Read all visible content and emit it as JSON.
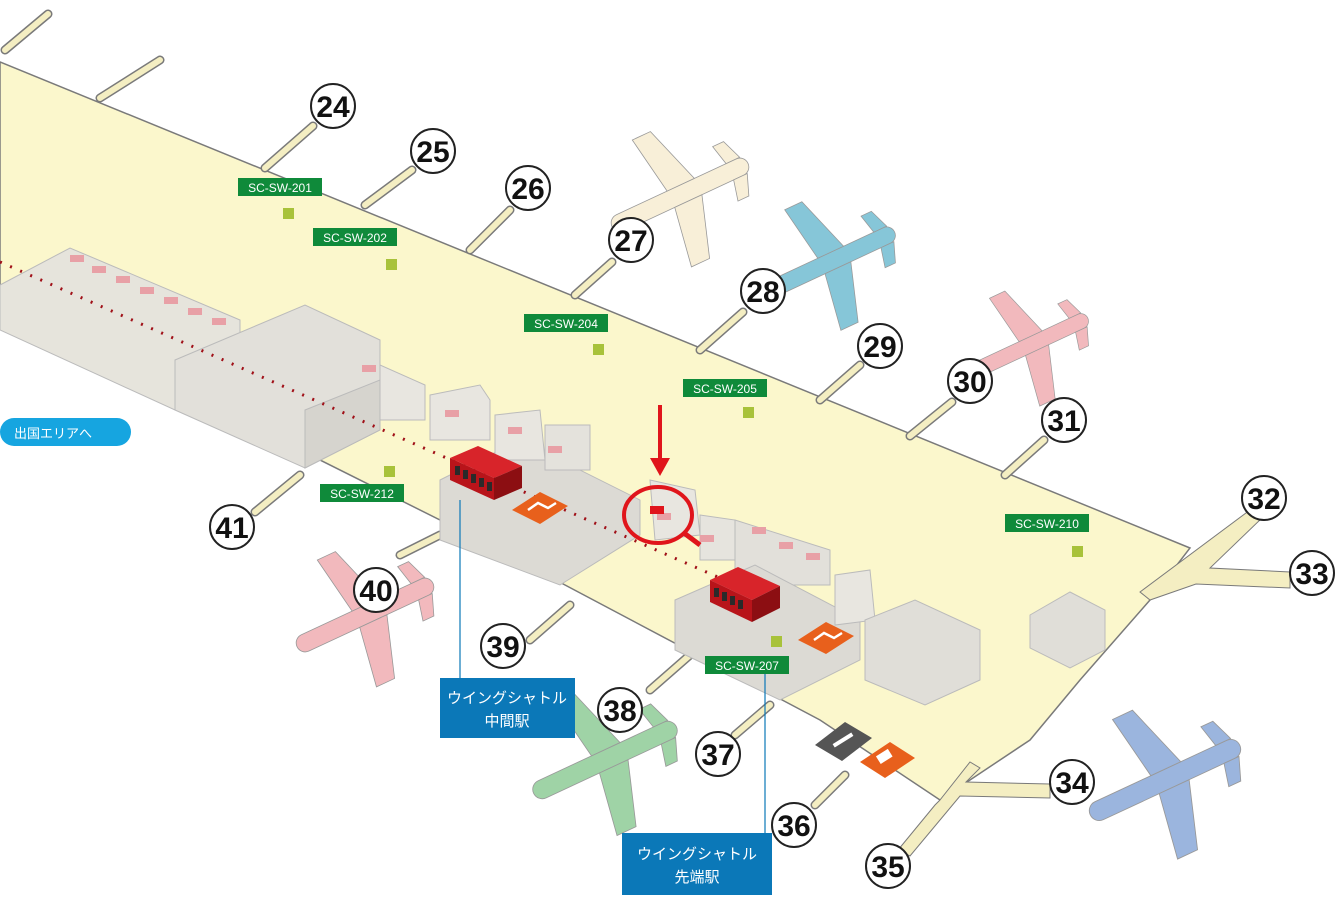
{
  "gates": [
    "24",
    "25",
    "26",
    "27",
    "28",
    "29",
    "30",
    "31",
    "32",
    "33",
    "34",
    "35",
    "36",
    "37",
    "38",
    "39",
    "40",
    "41"
  ],
  "smart_wifi_spots": [
    "SC-SW-201",
    "SC-SW-202",
    "SC-SW-204",
    "SC-SW-205",
    "SC-SW-210",
    "SC-SW-212",
    "SC-SW-207"
  ],
  "departure_area_button": "出国エリアへ",
  "shuttle_stations": {
    "middle": [
      "ウイングシャトル",
      "中間駅"
    ],
    "end": [
      "ウイングシャトル",
      "先端駅"
    ]
  },
  "colors": {
    "concourse_floor": "#fbf7cc",
    "corridor": "#f4eec2",
    "sw_label_bg": "#0f8a3a",
    "station_label_bg": "#0b78b8",
    "pill_bg": "#16a5e0",
    "marker_red": "#e0151b",
    "shuttle_red": "#c8141b",
    "orange_sign": "#e8601c"
  },
  "planes": [
    {
      "gate": "27",
      "color": "#f8efd8"
    },
    {
      "gate": "28",
      "color": "#86c6d8"
    },
    {
      "gate": "30",
      "color": "#f2b9bd"
    },
    {
      "gate": "40",
      "color": "#f2b9bd"
    },
    {
      "gate": "38",
      "color": "#9fd3a6"
    },
    {
      "gate": "34",
      "color": "#9bb5de"
    }
  ],
  "icons": [
    "escalator-icon",
    "escalator-icon",
    "smoking-icon",
    "cafe-icon",
    "location-marker-icon",
    "arrow-down-icon"
  ]
}
